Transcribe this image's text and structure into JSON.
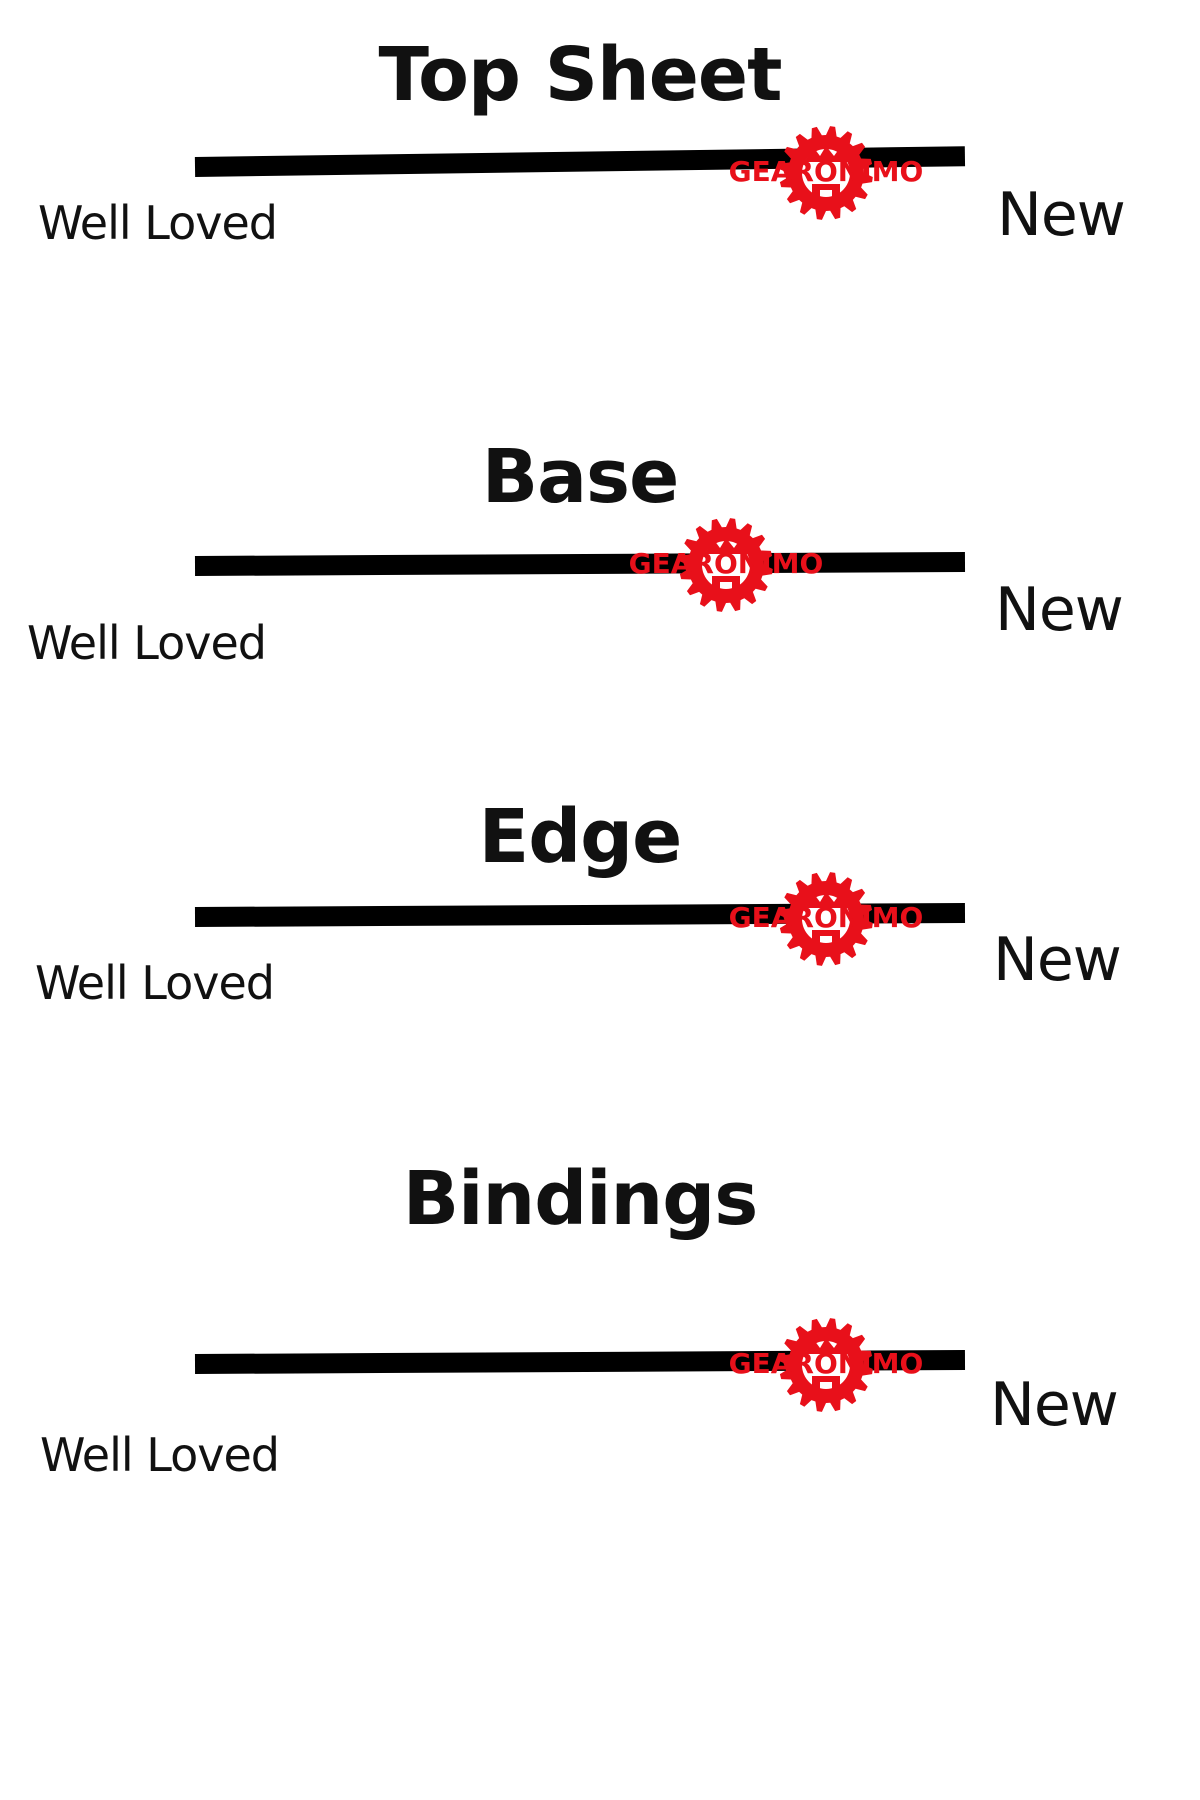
{
  "colors": {
    "bar": "#000000",
    "marker": "#e8101a",
    "background": "#ffffff",
    "text": "#111111"
  },
  "marker": {
    "watermark_text": "GEARONIMO",
    "icon": "gear-logo-icon"
  },
  "sections": [
    {
      "title": "Top Sheet",
      "left_label": "Well Loved",
      "right_label": "New",
      "condition_level": 0.82
    },
    {
      "title": "Base",
      "left_label": "Well Loved",
      "right_label": "New",
      "condition_level": 0.69
    },
    {
      "title": "Edge",
      "left_label": "Well Loved",
      "right_label": "New",
      "condition_level": 0.82
    },
    {
      "title": "Bindings",
      "left_label": "Well Loved",
      "right_label": "New",
      "condition_level": 0.82
    }
  ]
}
